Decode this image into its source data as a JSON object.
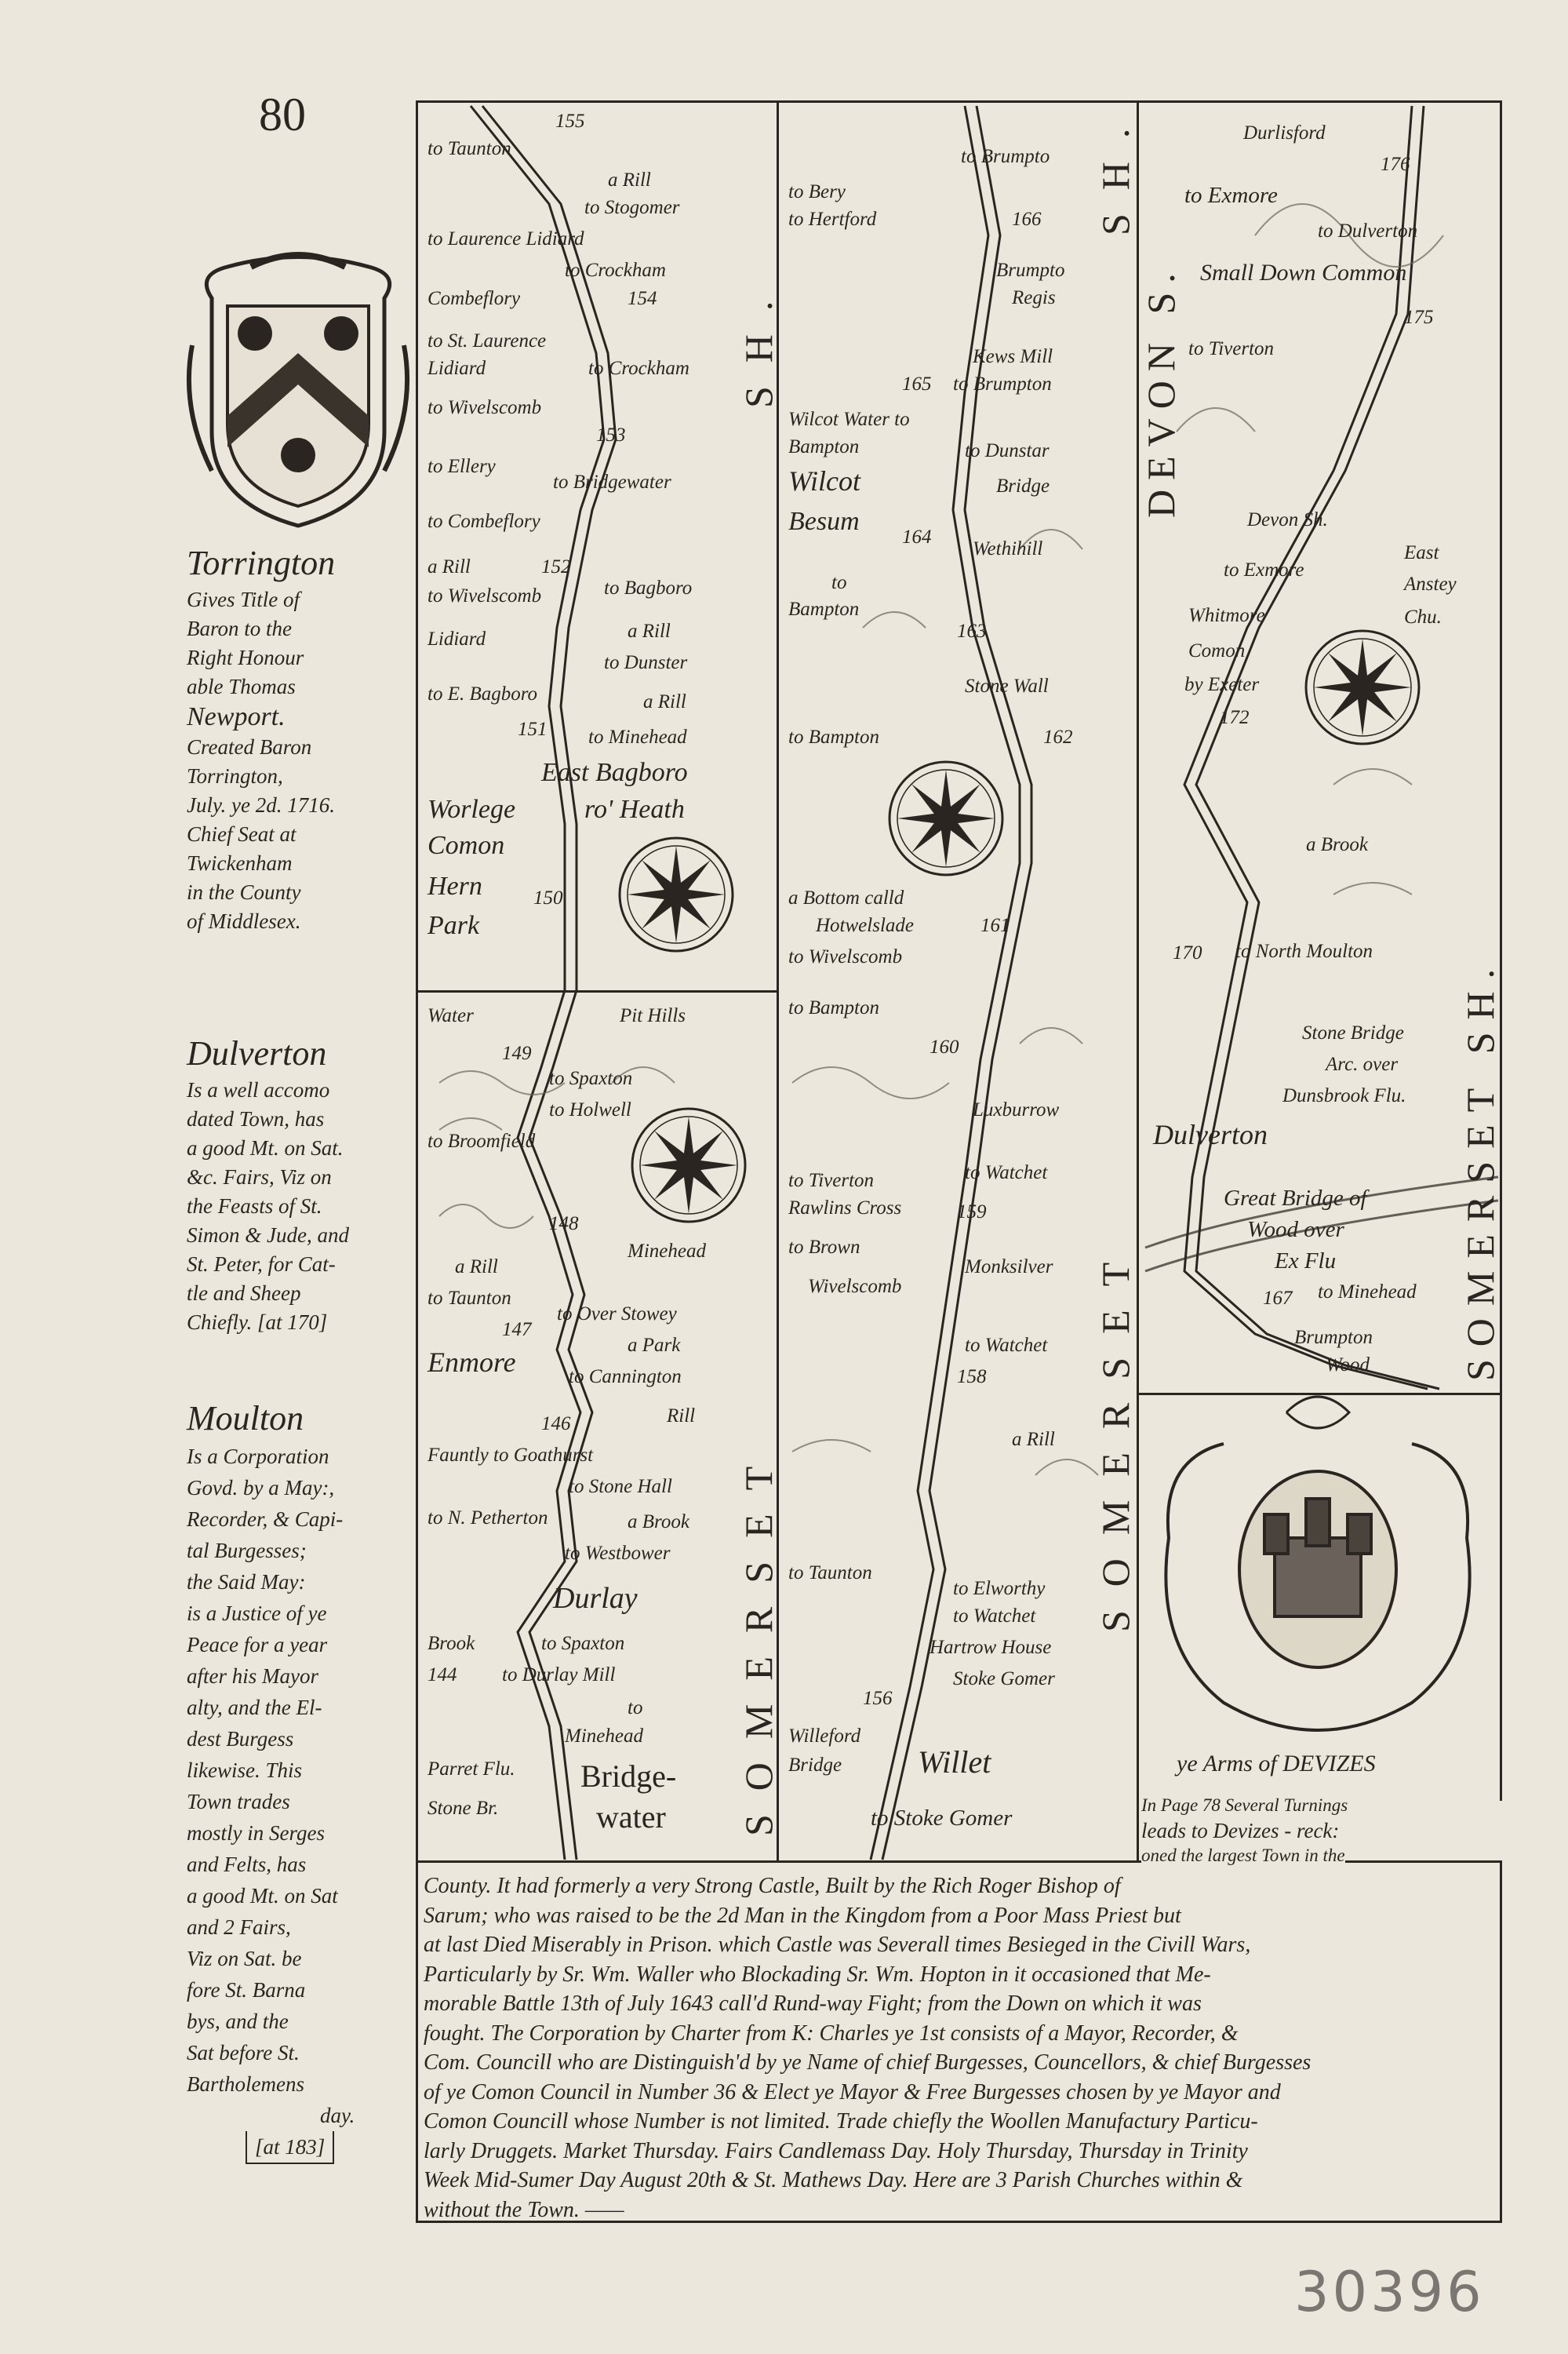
{
  "page_number": "80",
  "pencil_number": "30396",
  "left_column": {
    "torrington": {
      "title": "Torrington",
      "lines": [
        "Gives Title of",
        "Baron to the",
        "Right Honour",
        "able Thomas",
        "Newport.",
        "Created Baron",
        "Torrington,",
        "July. ye 2d. 1716.",
        "Chief Seat at",
        "Twickenham",
        "in the County",
        "of Middlesex."
      ]
    },
    "dulverton": {
      "title": "Dulverton",
      "lines": [
        "Is a well accomo",
        "dated Town, has",
        "a good Mt. on Sat.",
        "&c. Fairs, Viz on",
        "the Feasts of St.",
        "Simon & Jude, and",
        "St. Peter, for Cat-",
        "tle and Sheep",
        "Chiefly. [at 170]"
      ]
    },
    "moulton": {
      "title": "Moulton",
      "lines": [
        "Is a Corporation",
        "Govd. by a May:,",
        "Recorder, & Capi-",
        "tal Burgesses;",
        "the Said May:",
        "is a Justice of ye",
        "Peace for a year",
        "after his Mayor",
        "alty, and the El-",
        "dest Burgess",
        "likewise. This",
        "Town trades",
        "mostly in Serges",
        "and Felts, has",
        "a good Mt. on Sat",
        "and 2 Fairs,",
        "Viz on Sat. be",
        "fore St. Barna",
        "bys, and the",
        "Sat before St.",
        "Bartholemens",
        "day.",
        "[at 183]"
      ]
    }
  },
  "strip1": {
    "labels": [
      "155",
      "to Taunton",
      "a Rill",
      "to Stogomer",
      "to Laurence Lidiard",
      "to Crockham",
      "154",
      "Combeflory",
      "to St. Laurence",
      "Lidiard",
      "to Crockham",
      "to Wivelscomb",
      "153",
      "to Ellery",
      "to Bridgewater",
      "to Combeflory",
      "a Rill",
      "152",
      "to Wivelscomb",
      "to Bagboro",
      "Lidiard",
      "a Rill",
      "to Dunster",
      "to E. Bagboro",
      "a Rill",
      "151",
      "to Minehead",
      "East Bagboro",
      "ro' Heath",
      "Worlege",
      "Comon",
      "150",
      "Hern",
      "Park",
      "Water",
      "Pit Hills",
      "149",
      "to Spaxton",
      "to Holwell",
      "to Broomfield",
      "148",
      "a Rill",
      "Minehead",
      "to Taunton",
      "147",
      "Enmore",
      "to Over Stowey",
      "a Park",
      "to Cannington",
      "Rill",
      "146",
      "to Stone Hall",
      "Fauntly to Goathurst",
      "a Brook",
      "to Westbower",
      "to N. Petherton",
      "Durlay",
      "Brook",
      "to Spaxton",
      "144",
      "to Durlay Mill",
      "to",
      "Minehead",
      "Parret Flu.",
      "Stone Br.",
      "Bridge-",
      "water"
    ],
    "county_top": "SH.",
    "county_bottom": "SOMERSET"
  },
  "strip2": {
    "labels": [
      "to Bery",
      "to Hertford",
      "to Brumpto",
      "166",
      "Brumpto",
      "Regis",
      "Kews Mill",
      "to Brumpton",
      "165",
      "Wilcot Water to",
      "Bampton",
      "Wilcot",
      "to Dunstar",
      "Besum",
      "Bridge",
      "164",
      "Wethihill",
      "to",
      "Bampton",
      "163",
      "Stone Wall",
      "to Bampton",
      "162",
      "a Bottom calld",
      "Hotwelslade",
      "161",
      "to Wivelscomb",
      "to Bampton",
      "160",
      "Luxburrow",
      "to Watchet",
      "to Tiverton",
      "Rawlins Cross",
      "159",
      "Monksilver",
      "to Brown",
      "Wivelscomb",
      "158",
      "to Watchet",
      "a Rill",
      "to Elworthy",
      "to Watchet",
      "Hartrow House",
      "Stoke Gomer",
      "to Taunton",
      "156",
      "Willeford",
      "Bridge",
      "Willet",
      "to Stoke Gomer"
    ],
    "county_top": "SH.",
    "county": "SOMERSET"
  },
  "strip3": {
    "labels": [
      "Durlisford",
      "176",
      "to Exmore",
      "to Dulverton",
      "Small Down Common",
      "175",
      "to Tiverton",
      "Devon Sh.",
      "to Exmore",
      "East",
      "Anstey",
      "Chu.",
      "Whitmore",
      "Comon",
      "by Exeter",
      "172",
      "a Brook",
      "170",
      "to North Moulton",
      "Stone Bridge",
      "Arc. over",
      "Dunsbrook Flu.",
      "Dulverton",
      "Great Bridge of",
      "Wood over",
      "Ex Flu",
      "to Minehead",
      "167",
      "Brumpton",
      "Wood"
    ],
    "county_top": "DEVON S.",
    "county": "SOMERSET SH."
  },
  "cartouche": {
    "caption": "ye Arms of DEVIZES"
  },
  "devizes_intro": [
    "In Page 78 Several Turnings",
    "leads to Devizes - reck:",
    "oned the largest Town in the"
  ],
  "devizes_text": [
    "County. It had formerly a very Strong Castle, Built by the Rich Roger Bishop of",
    "Sarum; who was raised to be the 2d Man in the Kingdom from a Poor Mass Priest but",
    "at last Died Miserably in Prison. which Castle was Severall times Besieged in the Civill Wars,",
    "Particularly by Sr. Wm. Waller who Blockading Sr. Wm. Hopton in it occasioned that Me-",
    "morable Battle 13th of July 1643 call'd Rund-way Fight; from the Down on which it was",
    "fought. The Corporation by Charter from K: Charles ye 1st consists of a Mayor, Recorder, &",
    "Com. Councill who are Distinguish'd by ye Name of chief Burgesses, Councellors, & chief Burgesses",
    "of ye Comon Council in Number 36 & Elect ye Mayor & Free Burgesses chosen by ye Mayor and",
    "Comon Councill whose Number is not limited. Trade chiefly the Woollen Manufactury Particu-",
    "larly Druggets. Market Thursday. Fairs Candlemass Day. Holy Thursday, Thursday in Trinity",
    "Week Mid-Sumer Day August 20th & St. Mathews Day. Here are 3 Parish Churches within &",
    "without the Town. ——"
  ],
  "colors": {
    "paper": "#ebe7dc",
    "ink": "#2a2520",
    "pencil": "#7a7672"
  }
}
